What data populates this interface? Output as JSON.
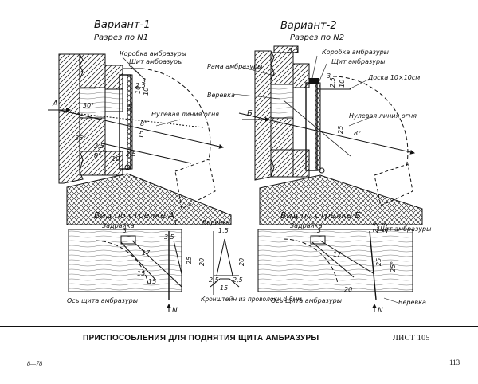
{
  "variant1": {
    "title": "Вариант-1",
    "section": "Разрез по N1",
    "labels": {
      "box": "Коробка амбразуры",
      "shield": "Щит амбразуры",
      "zero_line": "Нулевая линия огня",
      "arrow_a": "А"
    },
    "dims": [
      "3",
      "2,5",
      "10",
      "10",
      "30°",
      "25",
      "8°",
      "35°",
      "2,5",
      "8°",
      "15",
      "2,5",
      "10"
    ]
  },
  "variant2": {
    "title": "Вариант-2",
    "section": "Разрез по N2",
    "labels": {
      "frame": "Рама амбразуры",
      "box": "Коробка амбразуры",
      "shield": "Щит амбразуры",
      "board": "Доска 10×10см",
      "rope": "Веревка",
      "zero_line": "Нулевая линия огня",
      "arrow_b": "Б"
    },
    "dims": [
      "3,5",
      "3",
      "2,5",
      "10",
      "25",
      "8°"
    ]
  },
  "view_a": {
    "title": "Вид по стрелке А",
    "labels": {
      "latch": "Задрайка",
      "rope": "Веревка",
      "axis": "Ось щита амбразуры",
      "axis_mark": "N",
      "bracket": "Кронштейн из проволоки d-6мм"
    },
    "dims": [
      "3",
      "17",
      "3,5",
      "15",
      "15",
      "25",
      "20",
      "1,5",
      "2,5",
      "15",
      "2,5",
      "20",
      "1"
    ]
  },
  "view_b": {
    "title": "Вид по стрелке Б",
    "labels": {
      "latch": "Задрайка",
      "shield": "Щит амбразуры",
      "rope": "Веревка",
      "axis": "Ось щита амбразуры",
      "axis_mark": "N"
    },
    "dims": [
      "3",
      "2,5",
      "2,5",
      "17",
      "25",
      "25°",
      "20"
    ]
  },
  "title_block": {
    "title": "ПРИСПОСОБЛЕНИЯ ДЛЯ ПОДНЯТИЯ ЩИТА АМБРАЗУРЫ",
    "sheet": "ЛИСТ 105"
  },
  "footer": {
    "code": "8—78",
    "page": "113"
  }
}
